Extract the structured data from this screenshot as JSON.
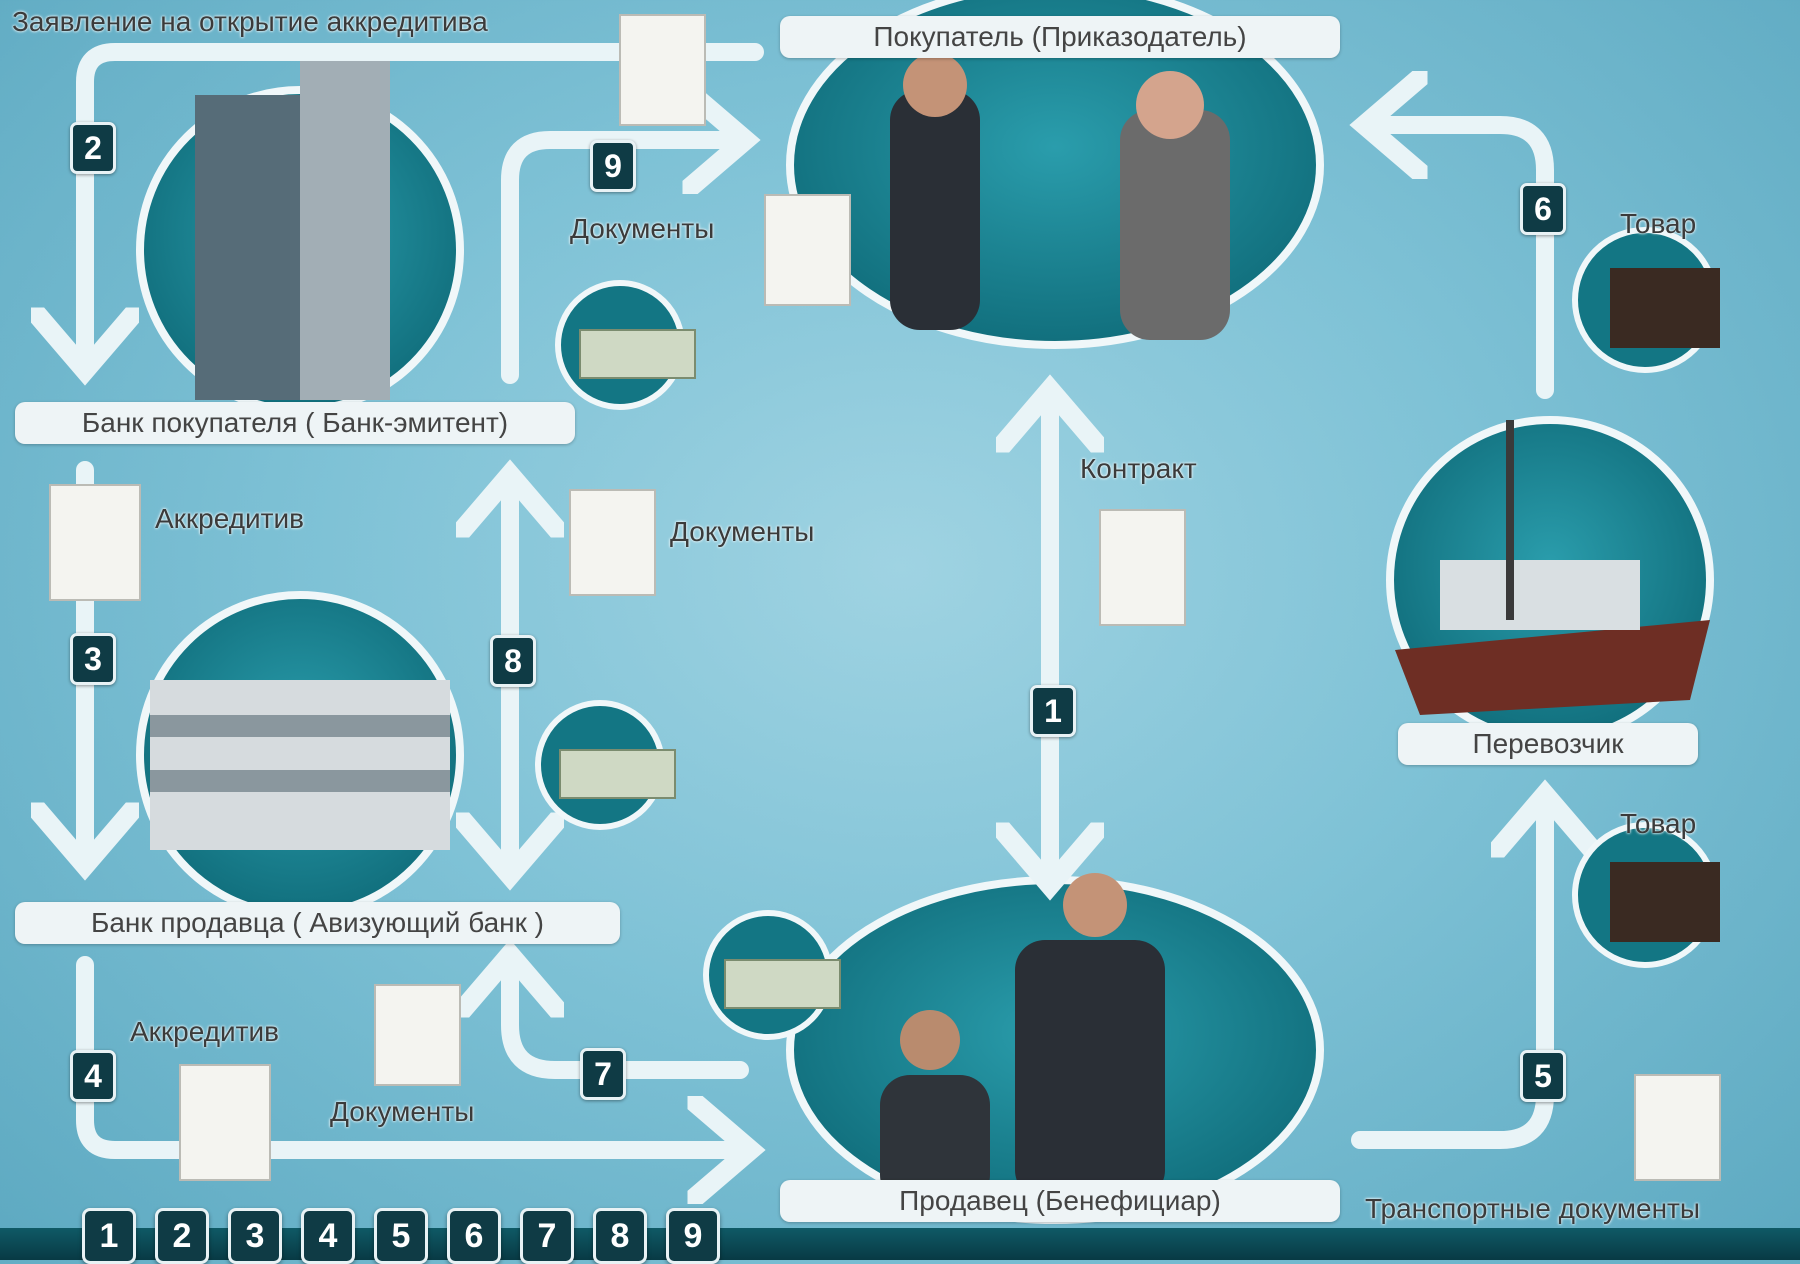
{
  "labels": {
    "application": "Заявление на открытие аккредитива",
    "buyer": "Покупатель (Приказодатель)",
    "buyer_bank": "Банк покупателя ( Банк-эмитент)",
    "seller_bank": "Банк продавца ( Авизующий банк )",
    "seller": "Продавец (Бенефициар)",
    "carrier": "Перевозчик",
    "contract": "Контракт",
    "documents_top": "Документы",
    "documents_mid": "Документы",
    "documents_bottom": "Документы",
    "letter_of_credit_1": "Аккредитив",
    "letter_of_credit_2": "Аккредитив",
    "goods_top": "Товар",
    "goods_bottom": "Товар",
    "transport_docs": "Транспортные документы"
  },
  "steps": [
    "1",
    "2",
    "3",
    "4",
    "5",
    "6",
    "7",
    "8",
    "9"
  ],
  "nav": [
    "1",
    "2",
    "3",
    "4",
    "5",
    "6",
    "7",
    "8",
    "9"
  ],
  "colors": {
    "arrow": "#e9f4f7",
    "badge": "#0f3b45",
    "circle": "#1f8a9a",
    "navbar": "#0b4a55"
  }
}
